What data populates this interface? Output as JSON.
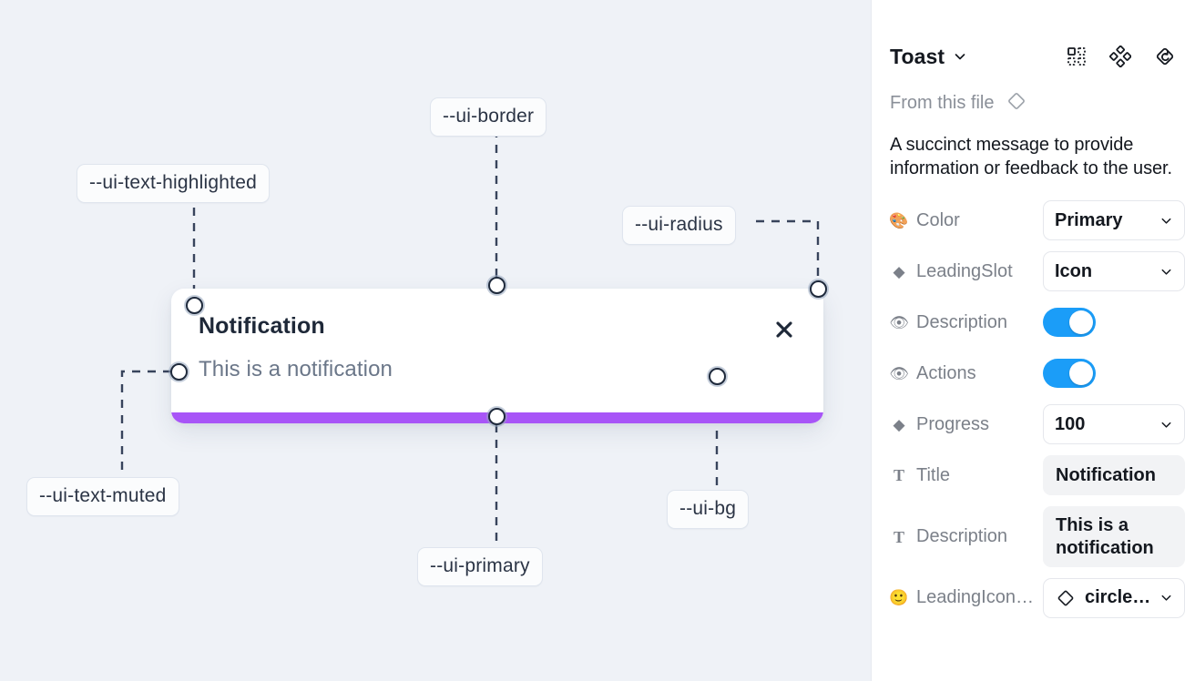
{
  "canvas": {
    "background_color": "#eff2f7",
    "tokens": [
      {
        "id": "ui-text-highlighted",
        "label": "--ui-text-highlighted"
      },
      {
        "id": "ui-border",
        "label": "--ui-border"
      },
      {
        "id": "ui-radius",
        "label": "--ui-radius"
      },
      {
        "id": "ui-text-muted",
        "label": "--ui-text-muted"
      },
      {
        "id": "ui-primary",
        "label": "--ui-primary"
      },
      {
        "id": "ui-bg",
        "label": "--ui-bg"
      }
    ],
    "toast": {
      "title": "Notification",
      "description": "This is a notification",
      "close_icon": "close-icon",
      "progress_color": "#a855f7",
      "background_color": "#ffffff"
    }
  },
  "panel": {
    "title": "Toast",
    "title_caret": "chevron-down-icon",
    "header_icons": [
      {
        "name": "component-select-icon"
      },
      {
        "name": "component-instance-icon"
      },
      {
        "name": "reset-instance-icon"
      }
    ],
    "from_file": {
      "label": "From this file",
      "icon": "component-diamond-icon"
    },
    "description": "A succinct message to provide information or feedback to the user.",
    "properties": [
      {
        "key": "color",
        "icon": "palette-emoji",
        "icon_glyph": "🎨",
        "label": "Color",
        "control": "select",
        "value": "Primary"
      },
      {
        "key": "leadingslot",
        "icon": "diamond-icon",
        "icon_glyph": "◆",
        "label": "LeadingSlot",
        "control": "select",
        "value": "Icon"
      },
      {
        "key": "description",
        "icon": "eye-emoji",
        "icon_glyph": "👁",
        "label": "Description",
        "control": "toggle",
        "value": "on"
      },
      {
        "key": "actions",
        "icon": "eye-emoji",
        "icon_glyph": "👁",
        "label": "Actions",
        "control": "toggle",
        "value": "on"
      },
      {
        "key": "progress",
        "icon": "diamond-icon",
        "icon_glyph": "◆",
        "label": "Progress",
        "control": "select",
        "value": "100"
      },
      {
        "key": "title",
        "icon": "text-icon",
        "icon_glyph": "T",
        "label": "Title",
        "control": "field",
        "value": "Notification"
      },
      {
        "key": "desc_text",
        "icon": "text-icon",
        "icon_glyph": "T",
        "label": "Description",
        "control": "field",
        "value": "This is a notification"
      },
      {
        "key": "leadingicon",
        "icon": "smiley-emoji",
        "icon_glyph": "🙂",
        "label": "LeadingIcon…",
        "control": "icon-select",
        "value": "circle…"
      }
    ],
    "accent_color": "#1b9df8"
  }
}
